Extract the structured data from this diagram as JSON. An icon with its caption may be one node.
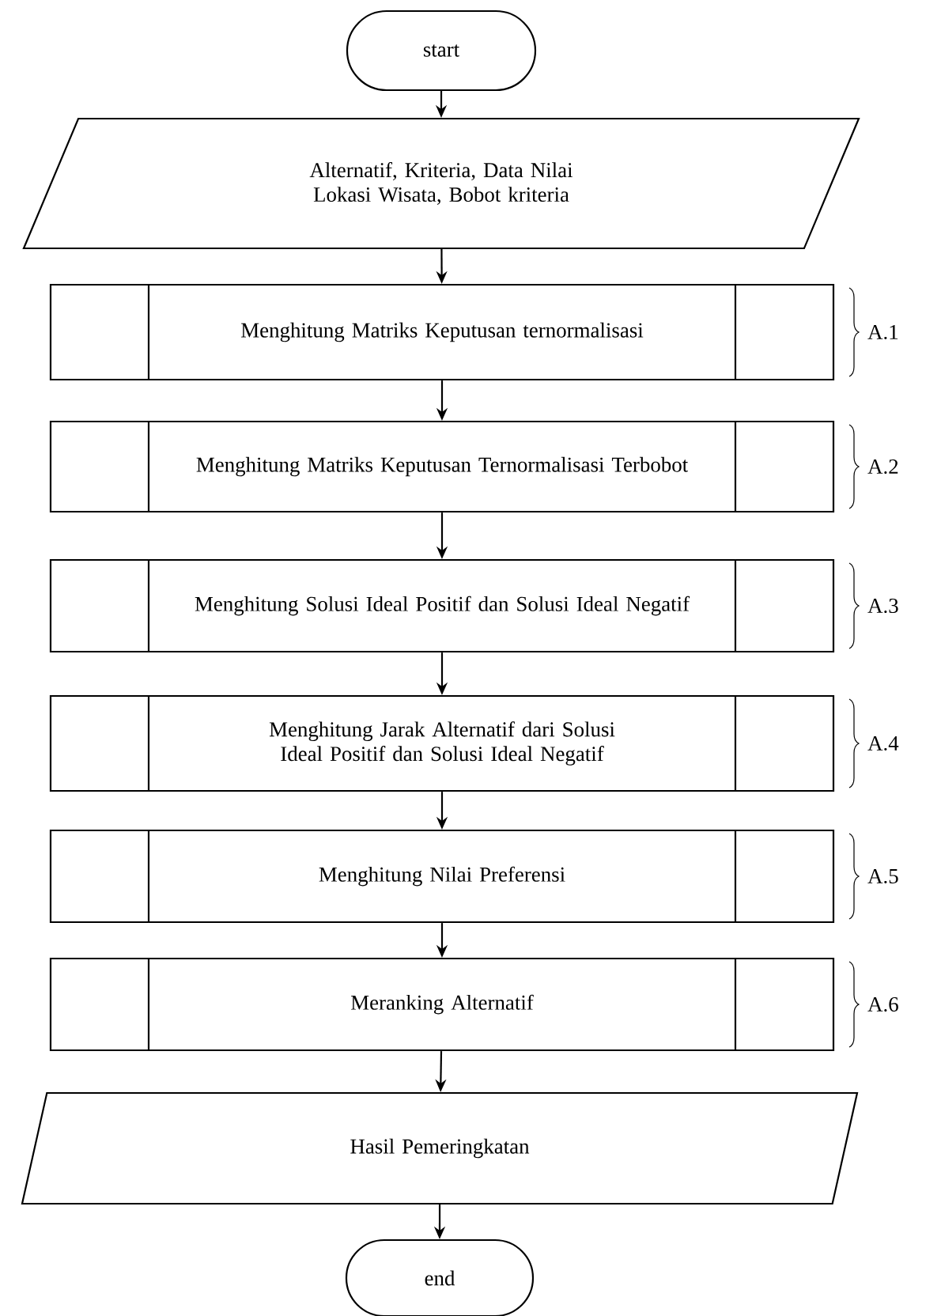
{
  "diagram": {
    "nodes": [
      {
        "text": [
          "start"
        ]
      },
      {
        "text": [
          "Alternatif, Kriteria, Data Nilai Lokasi Wisata, Bobot kriteria"
        ]
      },
      {
        "text": [
          "Menghitung Matriks Keputusan ternormalisasi"
        ],
        "beside": [
          "A.1"
        ]
      },
      {
        "text": [
          "Menghitung Matriks Keputusan Ternormalisasi Terbobot"
        ],
        "beside": [
          "A.2"
        ]
      },
      {
        "text": [
          "Menghitung Solusi Ideal Positif dan Solusi Ideal Negatif"
        ],
        "beside": [
          "A.3"
        ]
      },
      {
        "text": [
          "Menghitung Jarak Alternatif dari Solusi Ideal Positif dan Solusi Ideal Negatif"
        ],
        "beside": [
          "A.4"
        ]
      },
      {
        "text": [
          "Menghitung Nilai Preferensi"
        ],
        "beside": [
          "A.5"
        ]
      },
      {
        "text": [
          "Meranking Alternatif"
        ],
        "beside": [
          "A.6"
        ]
      },
      {
        "text": [
          "Hasil Pemeringkatan"
        ]
      },
      {
        "text": [
          "end"
        ]
      }
    ],
    "edges": [
      {
        "from": 0,
        "to": 1,
        "arrow": "to"
      },
      {
        "from": 1,
        "to": 2,
        "arrow": "to"
      },
      {
        "from": 2,
        "to": 3,
        "arrow": "to"
      },
      {
        "from": 3,
        "to": 4,
        "arrow": "to"
      },
      {
        "from": 4,
        "to": 5,
        "arrow": "to"
      },
      {
        "from": 5,
        "to": 6,
        "arrow": "to"
      },
      {
        "from": 6,
        "to": 7,
        "arrow": "to"
      },
      {
        "from": 7,
        "to": 8,
        "arrow": "to"
      },
      {
        "from": 8,
        "to": 9,
        "arrow": "to"
      }
    ]
  }
}
